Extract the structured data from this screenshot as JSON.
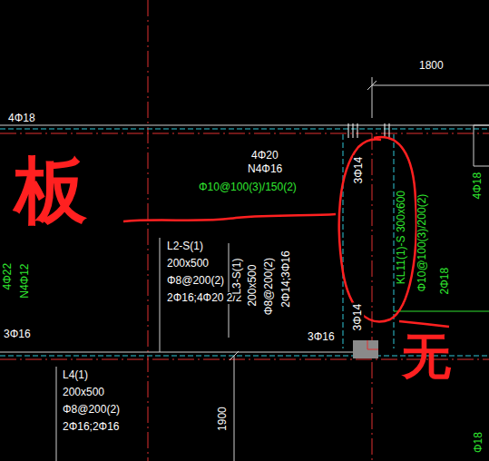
{
  "diagram": {
    "labels": [
      "4Φ18",
      "1800",
      "4Φ20",
      "N4Φ16",
      "Φ10@100(3)/150(2)",
      "3Φ14",
      "L2-S(1)",
      "200x500",
      "Φ8@200(2)",
      "2Φ16;4Φ20 2/2",
      "L3-S(1)",
      "200x500",
      "Φ8@200(2)",
      "2Φ14;3Φ16",
      "KL11(1)-S 300x600",
      "Φ10@100(3)/200(2)",
      "2Φ18",
      "4Φ18",
      "4Φ22",
      "N4Φ12",
      "3Φ16",
      "3Φ16",
      "3Φ14",
      "L4(1)",
      "200x500",
      "Φ8@200(2)",
      "2Φ16;2Φ16",
      "1900",
      "Φ18",
      "板",
      "无"
    ]
  }
}
